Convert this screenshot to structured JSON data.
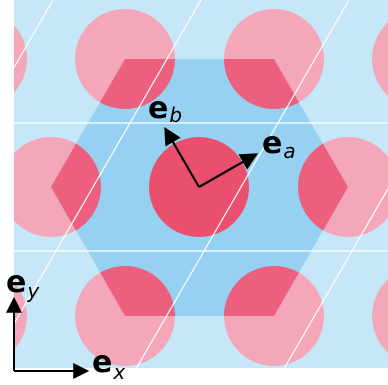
{
  "colors": {
    "background": "#c6e7f7",
    "wigner_seitz_cell": "#8dcdf0",
    "disk_light": "#f4a7b9",
    "disk_dark": "#ec5f7e",
    "disk_center": "#ea4f6e",
    "lattice_lines": "#ffffff",
    "arrows": "#000000"
  },
  "labels": {
    "e_a": {
      "letter": "e",
      "subscript": "a"
    },
    "e_b": {
      "letter": "e",
      "subscript": "b"
    },
    "e_x": {
      "letter": "e",
      "subscript": "x"
    },
    "e_y": {
      "letter": "e",
      "subscript": "y"
    }
  }
}
